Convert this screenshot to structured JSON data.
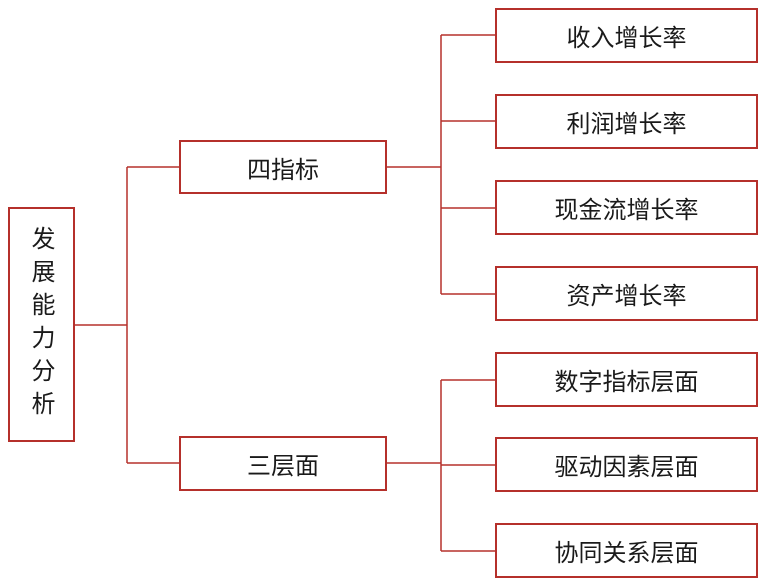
{
  "root": {
    "label": "发展能力分析"
  },
  "branches": [
    {
      "label": "四指标",
      "children": [
        "收入增长率",
        "利润增长率",
        "现金流增长率",
        "资产增长率"
      ]
    },
    {
      "label": "三层面",
      "children": [
        "数字指标层面",
        "驱动因素层面",
        "协同关系层面"
      ]
    }
  ],
  "colors": {
    "line": "#b5302b",
    "box_border": "#b5302b"
  }
}
